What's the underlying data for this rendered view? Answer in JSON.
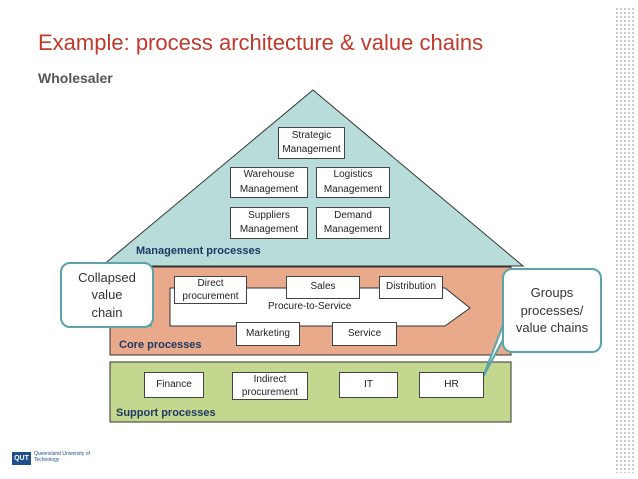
{
  "slide": {
    "title": "Example: process architecture & value chains",
    "subtitle": "Wholesaler"
  },
  "management": {
    "label": "Management processes",
    "boxes": {
      "strategic": "Strategic Management",
      "warehouse": "Warehouse Management",
      "logistics": "Logistics Management",
      "suppliers": "Suppliers Management",
      "demand": "Demand Management"
    }
  },
  "core": {
    "label": "Core processes",
    "chain_label": "Procure-to-Service",
    "boxes": {
      "direct": "Direct procurement",
      "sales": "Sales",
      "distribution": "Distribution",
      "marketing": "Marketing",
      "service": "Service"
    }
  },
  "support": {
    "label": "Support processes",
    "boxes": {
      "finance": "Finance",
      "indirect": "Indirect procurement",
      "it": "IT",
      "hr": "HR"
    }
  },
  "callouts": {
    "collapsed": "Collapsed value chain",
    "groups": "Groups processes/ value chains"
  },
  "logo": {
    "mark": "QUT",
    "text": "Queensland University of Technology"
  },
  "colors": {
    "title": "#c0392b",
    "management_fill": "#b7dcd9",
    "core_fill": "#e9a98b",
    "support_fill": "#c3d88e",
    "accent": "#5aa4a8"
  }
}
